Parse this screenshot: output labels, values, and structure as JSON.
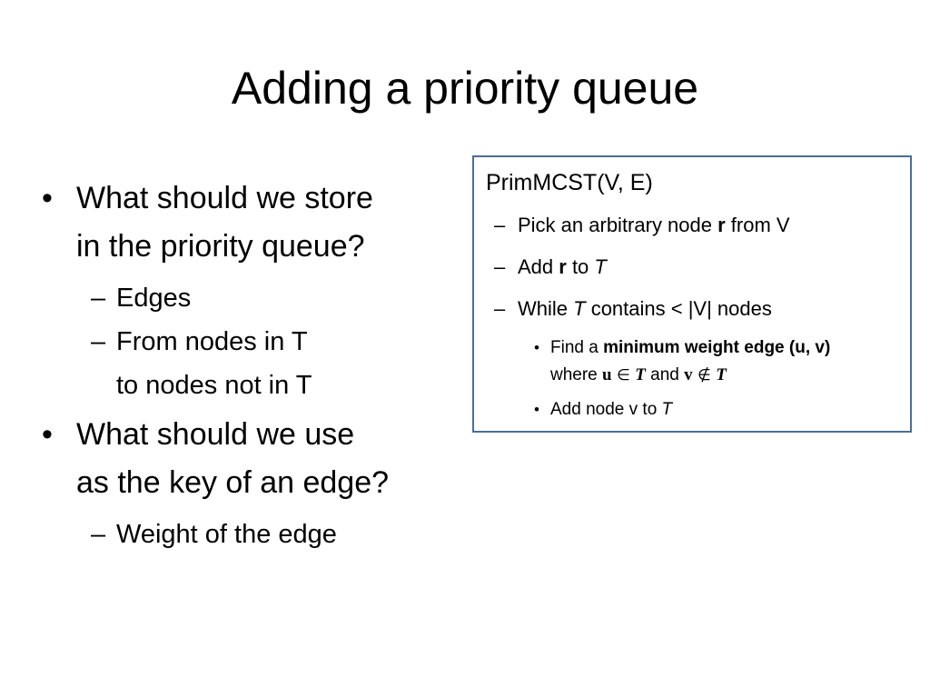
{
  "slide": {
    "title": "Adding a priority queue",
    "left": {
      "q1": {
        "line1": "What should we store",
        "line2": "in the priority queue?"
      },
      "a1": "Edges",
      "a2": {
        "line1": "From nodes in T",
        "line2": "to nodes not in T"
      },
      "q2": {
        "line1": "What should we use",
        "line2": "as the key of an edge?"
      },
      "a3": "Weight of the edge",
      "bullet": "•",
      "dash": "–"
    },
    "algorithm": {
      "title": "PrimMCST(V, E)",
      "step1": {
        "before": "Pick an arbitrary node ",
        "bold": "r",
        "after": " from V"
      },
      "step2": {
        "before": "Add ",
        "bold": "r",
        "middle": " to ",
        "italic": "T"
      },
      "step3": {
        "before": "While ",
        "italic": "T",
        "after": " contains < |V| nodes"
      },
      "sub1": {
        "before": "Find a ",
        "bold": "minimum weight edge (u, v)",
        "where": "where ",
        "u": "u",
        "in": " ∈ ",
        "T1": "T",
        "and": " and ",
        "v": "v",
        "notin": " ∉ ",
        "T2": "T"
      },
      "sub2": {
        "before": "Add node v to ",
        "italic": "T"
      }
    }
  }
}
